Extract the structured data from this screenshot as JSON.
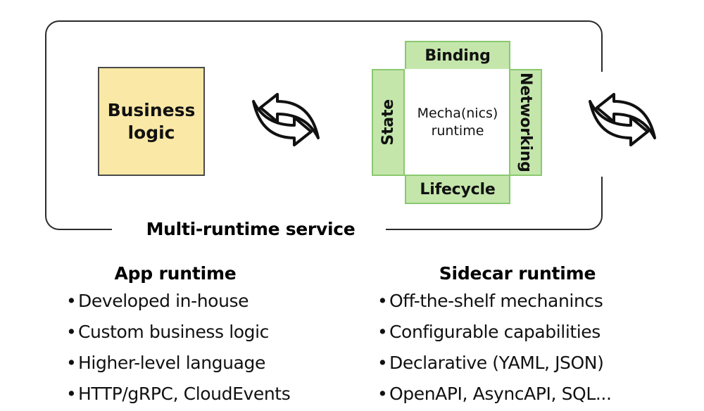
{
  "diagram": {
    "title": "Multi-runtime service",
    "app_runtime": {
      "box_label": "Business\nlogic",
      "box_line1": "Business",
      "box_line2": "logic"
    },
    "sidecar": {
      "core_line1": "Mecha(nics)",
      "core_line2": "runtime",
      "capabilities": {
        "top": "Binding",
        "left": "State",
        "right": "Networking",
        "bottom": "Lifecycle"
      }
    },
    "icons": {
      "sync_left": "sync-exchange-icon",
      "sync_right": "sync-exchange-icon"
    },
    "colors": {
      "business_logic_fill": "#FAE8A6",
      "business_logic_border": "#4A4A4A",
      "capability_fill": "#C4E6AB",
      "capability_border": "#8BC870",
      "frame_border": "#2B2B2B",
      "text": "#111111",
      "background": "#FFFFFF"
    }
  },
  "legend": {
    "columns": [
      {
        "heading": "App runtime",
        "bullet": "•",
        "items": [
          "Developed in-house",
          "Custom business logic",
          "Higher-level language",
          "HTTP/gRPC, CloudEvents"
        ]
      },
      {
        "heading": "Sidecar runtime",
        "bullet": "•",
        "items": [
          "Off-the-shelf mechanincs",
          "Configurable capabilities",
          "Declarative (YAML, JSON)",
          "OpenAPI, AsyncAPI, SQL..."
        ]
      }
    ]
  }
}
